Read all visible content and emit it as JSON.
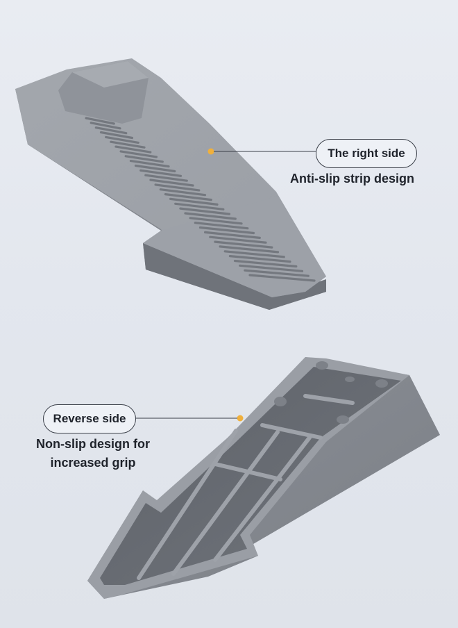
{
  "callouts": {
    "top": {
      "title": "The right side",
      "description": "Anti-slip strip design"
    },
    "bottom": {
      "title": "Reverse side",
      "description_line1": "Non-slip design for",
      "description_line2": "increased grip"
    }
  },
  "colors": {
    "product_gray": "#8c9097",
    "product_light": "#a9adb3",
    "product_dark": "#6d7178",
    "leader_dot": "#f0b03c",
    "text": "#1f232b"
  }
}
